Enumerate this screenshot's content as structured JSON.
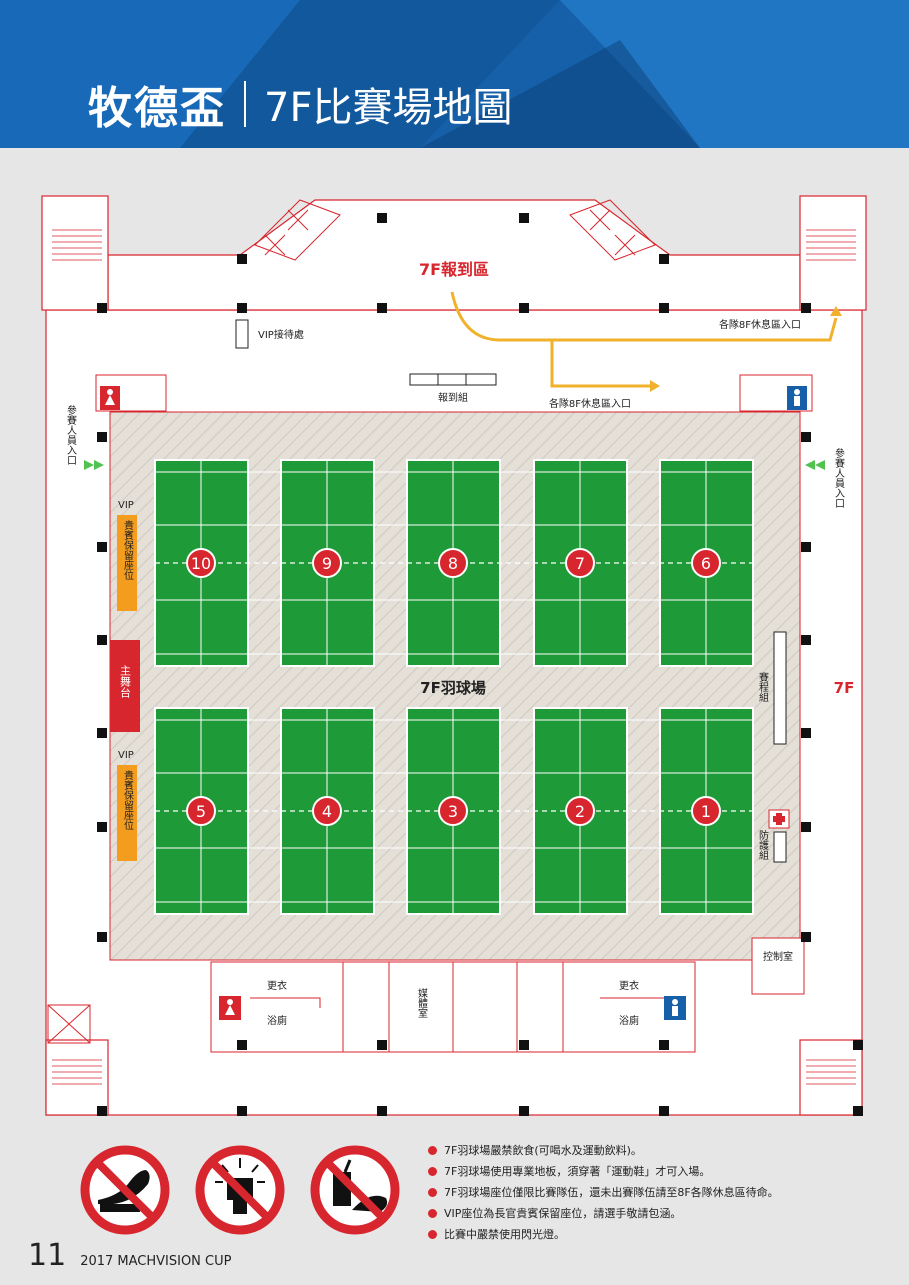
{
  "header": {
    "title_main": "牧德盃",
    "title_sub": "7F比賽場地圖"
  },
  "map": {
    "checkin_area": "7F報到區",
    "vip_reception": "VIP接待處",
    "rest_entry": "各隊8F休息區入口",
    "registration": "報到組",
    "participant_entry": "參賽人員入口",
    "court_name": "7F羽球場",
    "floor": "7F",
    "vip": "VIP",
    "guest_seats": "貴賓保留座位",
    "main_stage": "主舞台",
    "schedule_desk": "賽程組",
    "first_aid": "防護組",
    "control_room": "控制室",
    "changing": "更衣",
    "restroom": "浴廁",
    "media_room": "媒體室",
    "courts_top": [
      "10",
      "9",
      "8",
      "7",
      "6"
    ],
    "courts_bottom": [
      "5",
      "4",
      "3",
      "2",
      "1"
    ]
  },
  "rules": [
    "7F羽球場嚴禁飲食(可喝水及運動飲料)。",
    "7F羽球場使用專業地板，須穿著「運動鞋」才可入場。",
    "7F羽球場座位僅限比賽隊伍，還未出賽隊伍請至8F各隊休息區待命。",
    "VIP座位為長官貴賓保留座位，請選手敬請包涵。",
    "比賽中嚴禁使用閃光燈。"
  ],
  "footer": {
    "page_number": "11",
    "text": "2017 MACHVISION CUP"
  },
  "icons": [
    "no-high-heels-icon",
    "no-flash-icon",
    "no-food-drink-icon",
    "restroom-female-icon",
    "restroom-male-icon",
    "first-aid-icon",
    "entry-arrow-icon"
  ],
  "colors": {
    "accent": "#d8262e",
    "court": "#1f9a38",
    "path": "#f2b12b",
    "seat": "#f39c1e",
    "header": "#1560a8"
  }
}
